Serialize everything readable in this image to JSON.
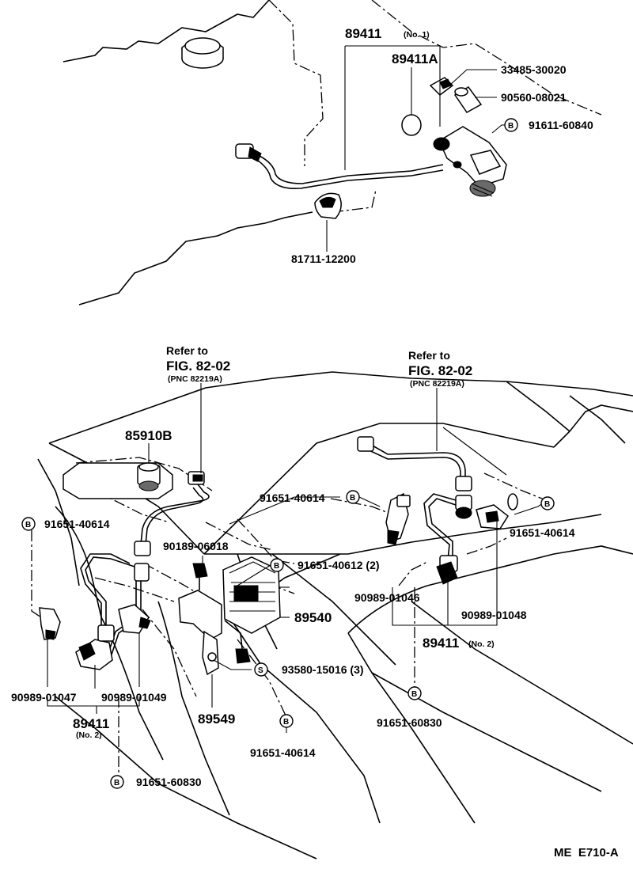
{
  "top": {
    "part_89411_no1": "89411",
    "part_89411_no1_suffix": "(No. 1)",
    "part_89411A": "89411A",
    "part_33485": "33485-30020",
    "part_90560": "90560-08021",
    "part_91611": "91611-60840",
    "part_81711": "81711-12200",
    "marker_b": "B"
  },
  "bottom": {
    "refer_left_line1": "Refer to",
    "refer_left_line2": "FIG. 82-02",
    "refer_left_line3": "(PNC 82219A)",
    "refer_right_line1": "Refer to",
    "refer_right_line2": "FIG. 82-02",
    "refer_right_line3": "(PNC 82219A)",
    "part_85910B": "85910B",
    "part_91651_40614_mid": "91651-40614",
    "part_91651_40614_left": "91651-40614",
    "part_91651_40614_right": "91651-40614",
    "part_91651_40614_bottom": "91651-40614",
    "part_90189": "90189-06018",
    "part_91651_40612": "91651-40612 (2)",
    "part_89540": "89540",
    "part_90989_01046": "90989-01046",
    "part_90989_01048": "90989-01048",
    "part_89411_no2_right": "89411",
    "part_89411_no2_right_suffix": "(No. 2)",
    "part_93580": "93580-15016 (3)",
    "part_90989_01047": "90989-01047",
    "part_90989_01049": "90989-01049",
    "part_89549": "89549",
    "part_91651_60830_right": "91651-60830",
    "part_89411_no2_left": "89411",
    "part_89411_no2_left_suffix": "(No. 2)",
    "part_91651_60830_left": "91651-60830",
    "marker_b": "B",
    "marker_s": "S"
  },
  "footer": {
    "code": "ME  E710-A"
  }
}
